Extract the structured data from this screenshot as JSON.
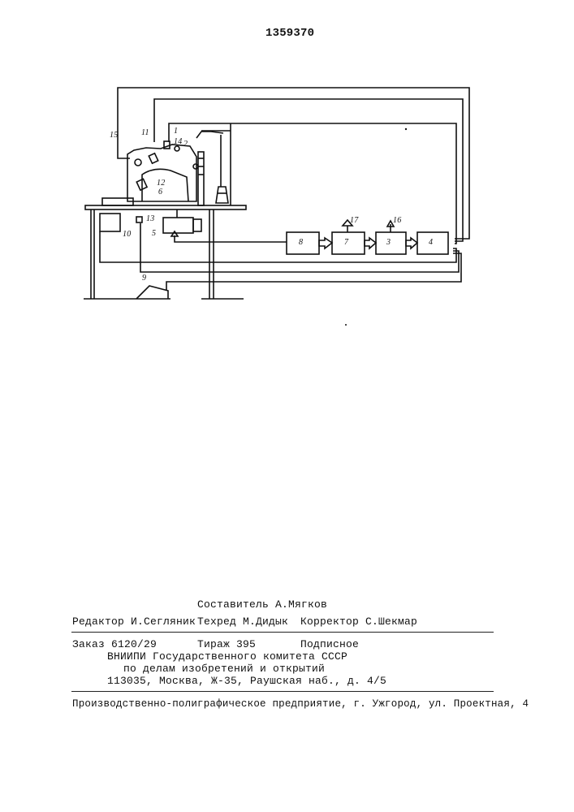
{
  "patent_number": "1359370",
  "figure_labels": {
    "l1": "1",
    "l2": "2",
    "l3": "3",
    "l4": "4",
    "l5": "5",
    "l6": "6",
    "l7": "7",
    "l8": "8",
    "l9": "9",
    "l10": "10",
    "l11": "11",
    "l12": "12",
    "l13": "13",
    "l14": "14",
    "l15": "15",
    "l16": "16",
    "l17": "17"
  },
  "colophon": {
    "compiler": "Составитель А.Мягков",
    "editor": "Редактор И.Сегляник",
    "tech_editor": "Техред М.Дидык",
    "proofreader": "Корректор С.Шекмар",
    "order": "Заказ 6120/29",
    "circulation": "Тираж 395",
    "subscription": "Подписное",
    "org_line1": "ВНИИПИ Государственного комитета СССР",
    "org_line2": "по делам изобретений и открытий",
    "org_address": "113035, Москва, Ж-35, Раушская наб., д. 4/5",
    "printer": "Производственно-полиграфическое предприятие, г. Ужгород, ул. Проектная, 4"
  }
}
